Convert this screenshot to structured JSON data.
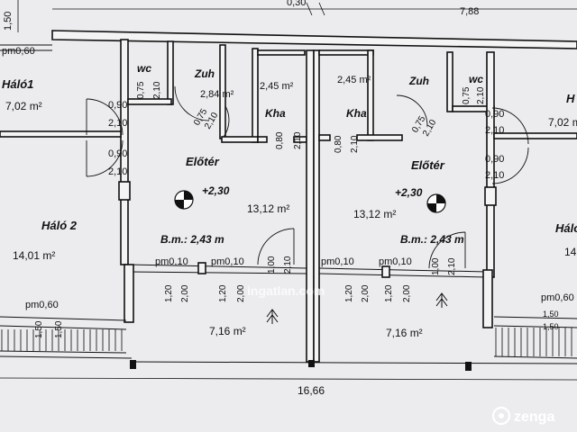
{
  "dimensions": {
    "top_left": "1,50",
    "top_mid": "0,30",
    "top_right": "7,88",
    "bottom_total": "16,66",
    "pm_060_top": "pm0,60",
    "pm_060_bottom_left": "pm0,60",
    "pm_060_bottom_right": "pm0,60",
    "side_150_a": "1,50",
    "side_150_b": "1,50",
    "side_150_c": "1,50",
    "side_150_d": "1,50"
  },
  "rooms": {
    "halo1": {
      "name": "Háló1",
      "area": "7,02 m²"
    },
    "halo2": {
      "name": "Háló 2",
      "area": "14,01 m²"
    },
    "wc_left": {
      "name": "wc"
    },
    "zuh_left": {
      "name": "Zuh",
      "area": "2,84 m²"
    },
    "kha_left": {
      "name": "Kha",
      "area": "2,45 m²"
    },
    "eloter_left": {
      "name": "Előtér",
      "area": "13,12 m²",
      "level": "+2,30",
      "bm": "B.m.: 2,43 m"
    },
    "terrace_left": {
      "area": "7,16 m²"
    },
    "kha_right": {
      "name": "Kha",
      "area": "2,45 m²"
    },
    "zuh_right": {
      "name": "Zuh"
    },
    "wc_right": {
      "name": "wc"
    },
    "eloter_right": {
      "name": "Előtér",
      "area": "13,12 m²",
      "level": "+2,30",
      "bm": "B.m.: 2,43 m"
    },
    "terrace_right": {
      "area": "7,16 m²"
    },
    "halo_right_top": {
      "name": "H",
      "area": "7,02 m²"
    },
    "halo_right_bottom": {
      "name": "Hálo",
      "area": "14"
    }
  },
  "openings": {
    "l_wc_075": "0,75",
    "l_wc_210": "2,10",
    "l_zuh_075": "0,75",
    "l_zuh_210": "2,10",
    "l_halo1_090": "0,90",
    "l_halo1_210": "2,10",
    "l_halo2_090": "0,90",
    "l_halo2_210": "2,10",
    "l_kha_080": "0,80",
    "l_kha_210": "2,10",
    "l_pm010_a": "pm0,10",
    "l_pm010_b": "pm0,10",
    "l_120_a": "1,20",
    "l_200_a": "2,00",
    "l_120_b": "1,20",
    "l_200_b": "2,00",
    "l_100": "1,00",
    "l_210_door": "2,10",
    "r_kha_080": "0,80",
    "r_kha_210": "2,10",
    "r_zuh_075": "0,75",
    "r_zuh_210": "2,10",
    "r_wc_075": "0,75",
    "r_wc_210": "2,10",
    "r_halo_090a": "0,90",
    "r_halo_210a": "2,10",
    "r_halo_090b": "0,90",
    "r_halo_210b": "2,10",
    "r_pm010_a": "pm0,10",
    "r_pm010_b": "pm0,10",
    "r_120_a": "1,20",
    "r_200_a": "2,00",
    "r_120_b": "1,20",
    "r_200_b": "2,00",
    "r_100": "1,00",
    "r_210_door": "2,10"
  },
  "watermarks": {
    "center": "ingatlan.com",
    "corner": "zenga"
  },
  "colors": {
    "paper": "#f4f4f4",
    "ink": "#111111",
    "watermark": "#ffffff"
  }
}
